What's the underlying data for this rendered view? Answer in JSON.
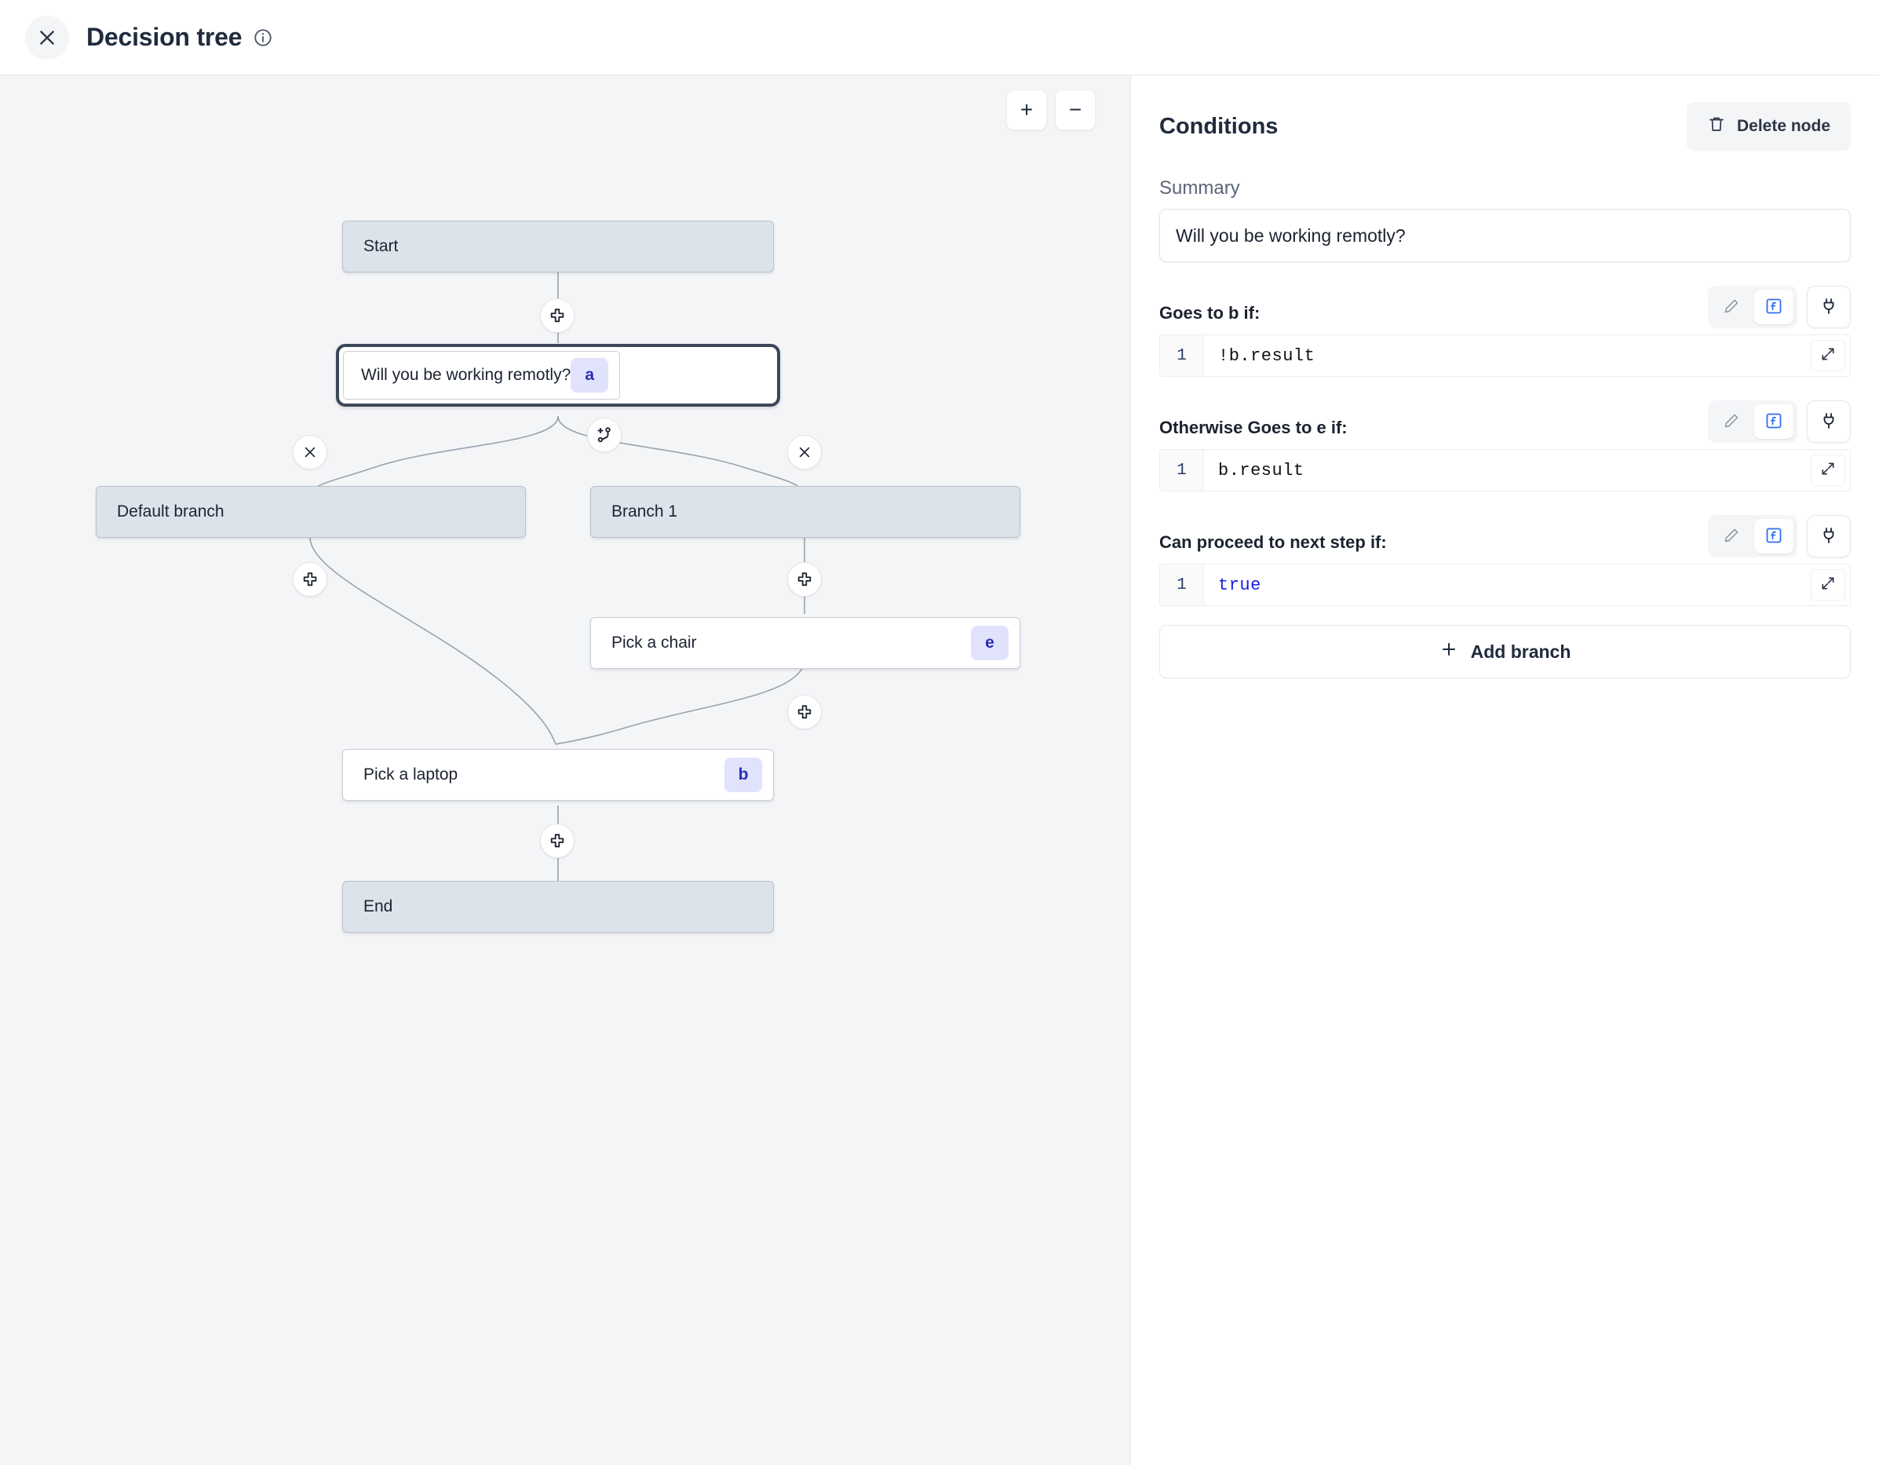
{
  "header": {
    "title": "Decision tree",
    "close_icon": "close-icon",
    "info_icon": "info-icon"
  },
  "canvas": {
    "zoom_in_label": "+",
    "zoom_out_label": "−",
    "nodes": [
      {
        "id": "start",
        "label": "Start",
        "type": "terminal",
        "badge": ""
      },
      {
        "id": "a",
        "label": "Will you be working remotly?",
        "type": "step",
        "badge": "a",
        "selected": true
      },
      {
        "id": "default",
        "label": "Default branch",
        "type": "branch",
        "badge": ""
      },
      {
        "id": "branch1",
        "label": "Branch 1",
        "type": "branch",
        "badge": ""
      },
      {
        "id": "e",
        "label": "Pick a chair",
        "type": "step",
        "badge": "e"
      },
      {
        "id": "b",
        "label": "Pick a laptop",
        "type": "step",
        "badge": "b"
      },
      {
        "id": "end",
        "label": "End",
        "type": "terminal",
        "badge": ""
      }
    ],
    "edge_buttons": [
      {
        "name": "add-step-after-start",
        "icon": "plus-icon"
      },
      {
        "name": "add-branch",
        "icon": "branch-plus-icon"
      },
      {
        "name": "delete-default-branch",
        "icon": "close-icon"
      },
      {
        "name": "delete-branch-1",
        "icon": "close-icon"
      },
      {
        "name": "add-step-default-branch",
        "icon": "plus-icon"
      },
      {
        "name": "add-step-branch-1",
        "icon": "plus-icon"
      },
      {
        "name": "add-step-after-chair",
        "icon": "plus-icon"
      },
      {
        "name": "add-step-before-end",
        "icon": "plus-icon"
      }
    ]
  },
  "panel": {
    "title": "Conditions",
    "delete_node_label": "Delete node",
    "delete_icon": "trash-icon",
    "summary_label": "Summary",
    "summary_value": "Will you be working remotly?",
    "summary_placeholder": "Summary",
    "add_branch_label": "Add branch",
    "conditions": [
      {
        "label": "Goes to b if:",
        "code": "!b.result",
        "line_number": "1",
        "keyword": false,
        "edit_icon": "pencil-icon",
        "fx_icon": "function-icon",
        "plug_icon": "plug-icon",
        "expand_icon": "expand-icon",
        "mode": "fx"
      },
      {
        "label": "Otherwise Goes to e if:",
        "code": "b.result",
        "line_number": "1",
        "keyword": false,
        "edit_icon": "pencil-icon",
        "fx_icon": "function-icon",
        "plug_icon": "plug-icon",
        "expand_icon": "expand-icon",
        "mode": "fx"
      },
      {
        "label": "Can proceed to next step if:",
        "code": "true",
        "line_number": "1",
        "keyword": true,
        "edit_icon": "pencil-icon",
        "fx_icon": "function-icon",
        "plug_icon": "plug-icon",
        "expand_icon": "expand-icon",
        "mode": "fx"
      }
    ]
  },
  "colors": {
    "accent_blue": "#3b82f6",
    "badge_bg": "#e0e3fb",
    "badge_text": "#2b2fb5",
    "terminal_node": "#dde3ea",
    "canvas_bg": "#f4f5f7",
    "keyword": "#1620e0"
  }
}
